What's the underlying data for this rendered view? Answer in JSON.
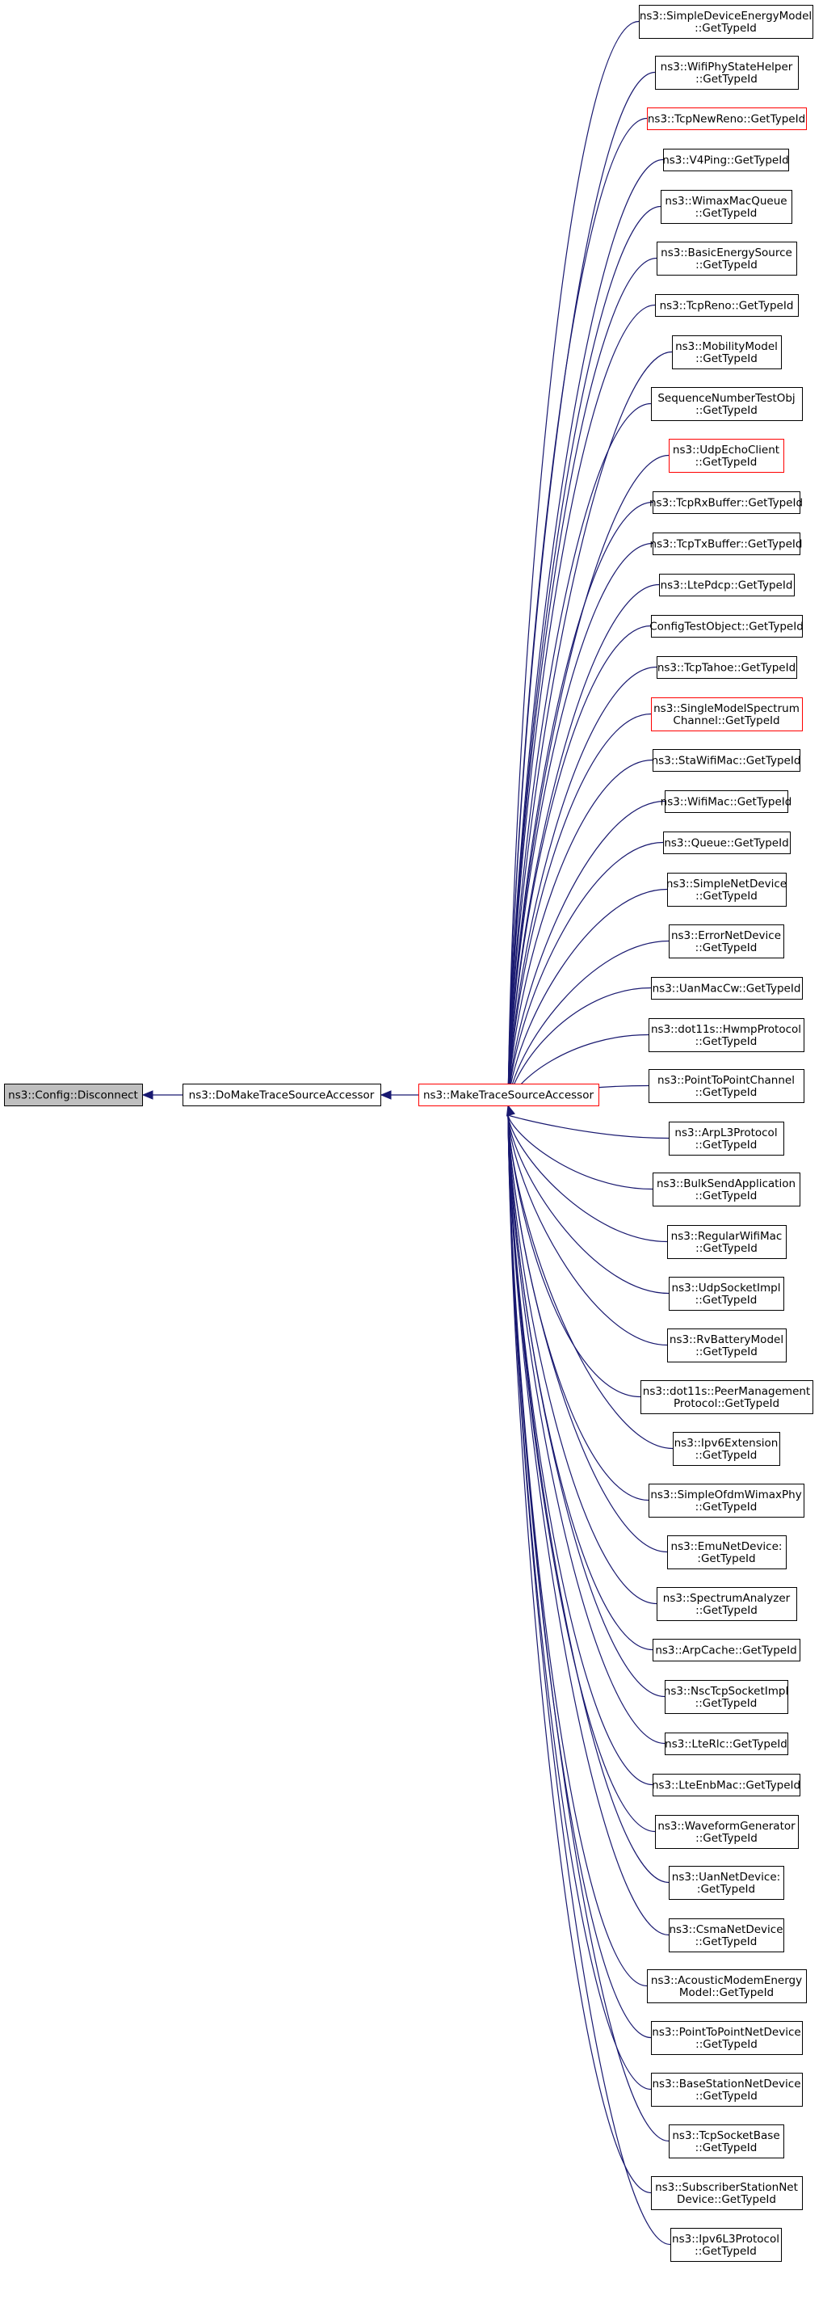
{
  "graph": {
    "root": {
      "label": "ns3::Config::Disconnect",
      "style": "root"
    },
    "mid": {
      "label": "ns3::DoMakeTraceSourceAccessor",
      "style": "normal"
    },
    "hub": {
      "label": "ns3::MakeTraceSourceAccessor",
      "style": "red"
    },
    "callers": [
      {
        "lines": [
          "ns3::SimpleDeviceEnergyModel",
          "::GetTypeId"
        ],
        "style": "normal"
      },
      {
        "lines": [
          "ns3::WifiPhyStateHelper",
          "::GetTypeId"
        ],
        "style": "normal"
      },
      {
        "lines": [
          "ns3::TcpNewReno::GetTypeId"
        ],
        "style": "red"
      },
      {
        "lines": [
          "ns3::V4Ping::GetTypeId"
        ],
        "style": "normal"
      },
      {
        "lines": [
          "ns3::WimaxMacQueue",
          "::GetTypeId"
        ],
        "style": "normal"
      },
      {
        "lines": [
          "ns3::BasicEnergySource",
          "::GetTypeId"
        ],
        "style": "normal"
      },
      {
        "lines": [
          "ns3::TcpReno::GetTypeId"
        ],
        "style": "normal"
      },
      {
        "lines": [
          "ns3::MobilityModel",
          "::GetTypeId"
        ],
        "style": "normal"
      },
      {
        "lines": [
          "SequenceNumberTestObj",
          "::GetTypeId"
        ],
        "style": "normal"
      },
      {
        "lines": [
          "ns3::UdpEchoClient",
          "::GetTypeId"
        ],
        "style": "red"
      },
      {
        "lines": [
          "ns3::TcpRxBuffer::GetTypeId"
        ],
        "style": "normal"
      },
      {
        "lines": [
          "ns3::TcpTxBuffer::GetTypeId"
        ],
        "style": "normal"
      },
      {
        "lines": [
          "ns3::LtePdcp::GetTypeId"
        ],
        "style": "normal"
      },
      {
        "lines": [
          "ConfigTestObject::GetTypeId"
        ],
        "style": "normal"
      },
      {
        "lines": [
          "ns3::TcpTahoe::GetTypeId"
        ],
        "style": "normal"
      },
      {
        "lines": [
          "ns3::SingleModelSpectrum",
          "Channel::GetTypeId"
        ],
        "style": "red"
      },
      {
        "lines": [
          "ns3::StaWifiMac::GetTypeId"
        ],
        "style": "normal"
      },
      {
        "lines": [
          "ns3::WifiMac::GetTypeId"
        ],
        "style": "normal"
      },
      {
        "lines": [
          "ns3::Queue::GetTypeId"
        ],
        "style": "normal"
      },
      {
        "lines": [
          "ns3::SimpleNetDevice",
          "::GetTypeId"
        ],
        "style": "normal"
      },
      {
        "lines": [
          "ns3::ErrorNetDevice",
          "::GetTypeId"
        ],
        "style": "normal"
      },
      {
        "lines": [
          "ns3::UanMacCw::GetTypeId"
        ],
        "style": "normal"
      },
      {
        "lines": [
          "ns3::dot11s::HwmpProtocol",
          "::GetTypeId"
        ],
        "style": "normal"
      },
      {
        "lines": [
          "ns3::PointToPointChannel",
          "::GetTypeId"
        ],
        "style": "normal"
      },
      {
        "lines": [
          "ns3::ArpL3Protocol",
          "::GetTypeId"
        ],
        "style": "normal"
      },
      {
        "lines": [
          "ns3::BulkSendApplication",
          "::GetTypeId"
        ],
        "style": "normal"
      },
      {
        "lines": [
          "ns3::RegularWifiMac",
          "::GetTypeId"
        ],
        "style": "normal"
      },
      {
        "lines": [
          "ns3::UdpSocketImpl",
          "::GetTypeId"
        ],
        "style": "normal"
      },
      {
        "lines": [
          "ns3::RvBatteryModel",
          "::GetTypeId"
        ],
        "style": "normal"
      },
      {
        "lines": [
          "ns3::dot11s::PeerManagement",
          "Protocol::GetTypeId"
        ],
        "style": "normal"
      },
      {
        "lines": [
          "ns3::Ipv6Extension",
          "::GetTypeId"
        ],
        "style": "normal"
      },
      {
        "lines": [
          "ns3::SimpleOfdmWimaxPhy",
          "::GetTypeId"
        ],
        "style": "normal"
      },
      {
        "lines": [
          "ns3::EmuNetDevice:",
          ":GetTypeId"
        ],
        "style": "normal"
      },
      {
        "lines": [
          "ns3::SpectrumAnalyzer",
          "::GetTypeId"
        ],
        "style": "normal"
      },
      {
        "lines": [
          "ns3::ArpCache::GetTypeId"
        ],
        "style": "normal"
      },
      {
        "lines": [
          "ns3::NscTcpSocketImpl",
          "::GetTypeId"
        ],
        "style": "normal"
      },
      {
        "lines": [
          "ns3::LteRlc::GetTypeId"
        ],
        "style": "normal"
      },
      {
        "lines": [
          "ns3::LteEnbMac::GetTypeId"
        ],
        "style": "normal"
      },
      {
        "lines": [
          "ns3::WaveformGenerator",
          "::GetTypeId"
        ],
        "style": "normal"
      },
      {
        "lines": [
          "ns3::UanNetDevice:",
          ":GetTypeId"
        ],
        "style": "normal"
      },
      {
        "lines": [
          "ns3::CsmaNetDevice",
          "::GetTypeId"
        ],
        "style": "normal"
      },
      {
        "lines": [
          "ns3::AcousticModemEnergy",
          "Model::GetTypeId"
        ],
        "style": "normal"
      },
      {
        "lines": [
          "ns3::PointToPointNetDevice",
          "::GetTypeId"
        ],
        "style": "normal"
      },
      {
        "lines": [
          "ns3::BaseStationNetDevice",
          "::GetTypeId"
        ],
        "style": "normal"
      },
      {
        "lines": [
          "ns3::TcpSocketBase",
          "::GetTypeId"
        ],
        "style": "normal"
      },
      {
        "lines": [
          "ns3::SubscriberStationNet",
          "Device::GetTypeId"
        ],
        "style": "normal"
      },
      {
        "lines": [
          "ns3::Ipv6L3Protocol",
          "::GetTypeId"
        ],
        "style": "normal"
      }
    ]
  },
  "colors": {
    "edge": "#191970",
    "node_border": "#000000",
    "node_border_red": "#ff0000",
    "root_fill": "#bfbfbf",
    "node_fill": "#ffffff",
    "background": "#ffffff",
    "text": "#000000"
  }
}
